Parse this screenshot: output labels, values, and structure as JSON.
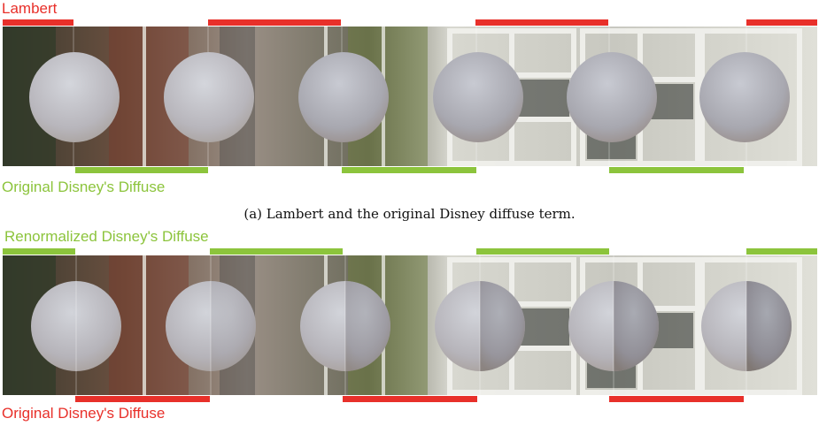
{
  "figure_a": {
    "top_label": "Lambert",
    "bottom_label": "Original Disney's Diffuse",
    "caption": "(a) Lambert and the original Disney diffuse term.",
    "top_color": "#e8302a",
    "bottom_color": "#8cc43c"
  },
  "figure_b": {
    "top_label": "Renormalized Disney's Diffuse",
    "bottom_label": "Original Disney's Diffuse",
    "top_color": "#8cc43c",
    "bottom_color": "#e8302a"
  },
  "colors": {
    "red": "#e8302a",
    "green": "#8cc43c"
  }
}
